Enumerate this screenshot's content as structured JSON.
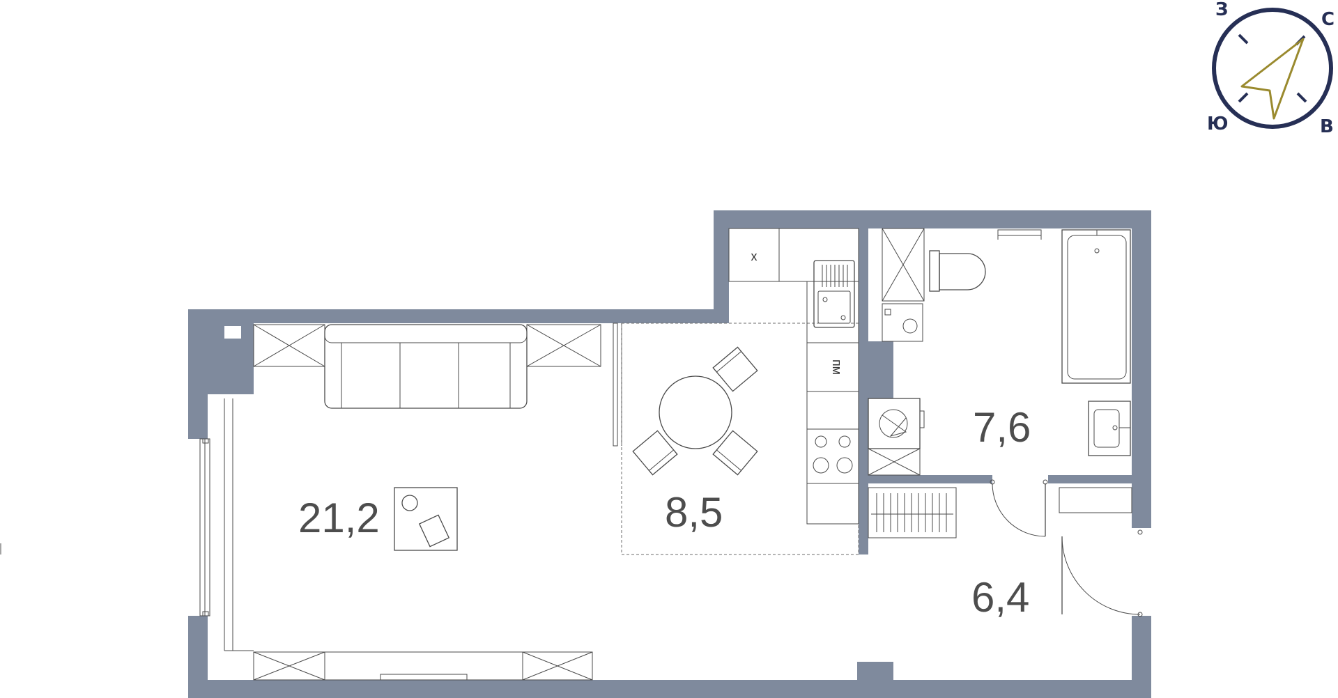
{
  "rooms": {
    "living": {
      "area": "21,2"
    },
    "kitchen": {
      "area": "8,5"
    },
    "bathroom": {
      "area": "7,6"
    },
    "hallway": {
      "area": "6,4"
    }
  },
  "appliances": {
    "fridge_label": "х",
    "dishwasher_label": "пм"
  },
  "compass": {
    "north": "С",
    "south": "Ю",
    "east": "В",
    "west": "З",
    "ring_color": "#262f55",
    "arrow_color": "#9a8a2e"
  },
  "colors": {
    "wall": "#7f8a9d"
  }
}
